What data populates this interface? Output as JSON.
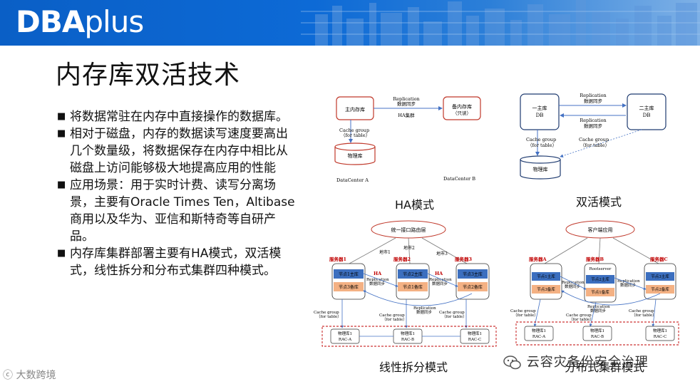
{
  "brand": {
    "logo_bold": "DBA",
    "logo_light": "plus"
  },
  "slide": {
    "title": "内存库双活技术"
  },
  "bullets": [
    "将数据常驻在内存中直接操作的数据库。",
    "相对于磁盘，内存的数据读写速度要高出几个数量级，将数据保存在内存中相比从磁盘上访问能够极大地提高应用的性能",
    "应用场景：用于实时计费、读写分离场景，主要有Oracle Times Ten，Altibase商用以及华为、亚信和斯特奇等自研产品。",
    "内存库集群部署主要有HA模式，双活模式，线性拆分和分布式集群四种模式。"
  ],
  "bullet_mark": "■",
  "ha": {
    "caption": "HA模式",
    "primary": "主内存库",
    "standby": "备内存库",
    "standby_note": "（只读）",
    "replication": "Replication",
    "sync": "数据同步",
    "cluster": "HA集群",
    "cache_group": "Cache group",
    "for_table": "（for table）",
    "physical": "物理库",
    "dc_a": "DataCenter A",
    "dc_b": "DataCenter B"
  },
  "aa": {
    "caption": "双活模式",
    "db1_line1": "一主库",
    "db1_line2": "DB",
    "db2_line1": "二主库",
    "db2_line2": "DB",
    "replication": "Replication",
    "sync": "数据同步",
    "cache_group": "Cache group",
    "for_table": "（for table）",
    "physical": "物理库"
  },
  "ls": {
    "caption": "线性拆分模式",
    "router": "统一接口路由层",
    "routes": [
      "地市1",
      "地市2",
      "地市3"
    ],
    "servers": [
      "服务器1",
      "服务器2",
      "服务器3"
    ],
    "nodes_top": [
      "节点1主库",
      "节点2主库",
      "节点3主库"
    ],
    "nodes_bottom": [
      "节点3备库",
      "节点1备库",
      "节点2备库"
    ],
    "ha": "HA",
    "replication": "Replication",
    "sync": "数据同步",
    "cache_group": "Cache group",
    "for_table": "（for table）",
    "physical_label": "物理库1",
    "racs": [
      "RAC-A",
      "RAC-B",
      "RAC-C"
    ]
  },
  "dc": {
    "caption": "分布式集群模式",
    "client": "客户端应用",
    "servers": [
      "服务器A",
      "服务器B",
      "服务器C"
    ],
    "rootserver": "Rootserver",
    "nodes_top": [
      "节点1主库",
      "节点2主库",
      "节点3主库"
    ],
    "nodes_bottom": [
      "节点3备库",
      "节点1备库",
      "节点2备库"
    ],
    "replication": "Replication",
    "sync": "数据同步",
    "cache_group": "Cache group",
    "for_table": "（for table）",
    "physical_label": "物理库1",
    "racs": [
      "RAC-A",
      "RAC-B",
      "RAC-C"
    ]
  },
  "watermarks": {
    "left": "大数跨境",
    "right": "云容灾备份安全治理"
  },
  "colors": {
    "banner": "#0a5fc6",
    "red": "#c0392b",
    "blue_node": "#3c6fbf",
    "orange_node": "#f4b183",
    "server_red": "#c00000"
  }
}
